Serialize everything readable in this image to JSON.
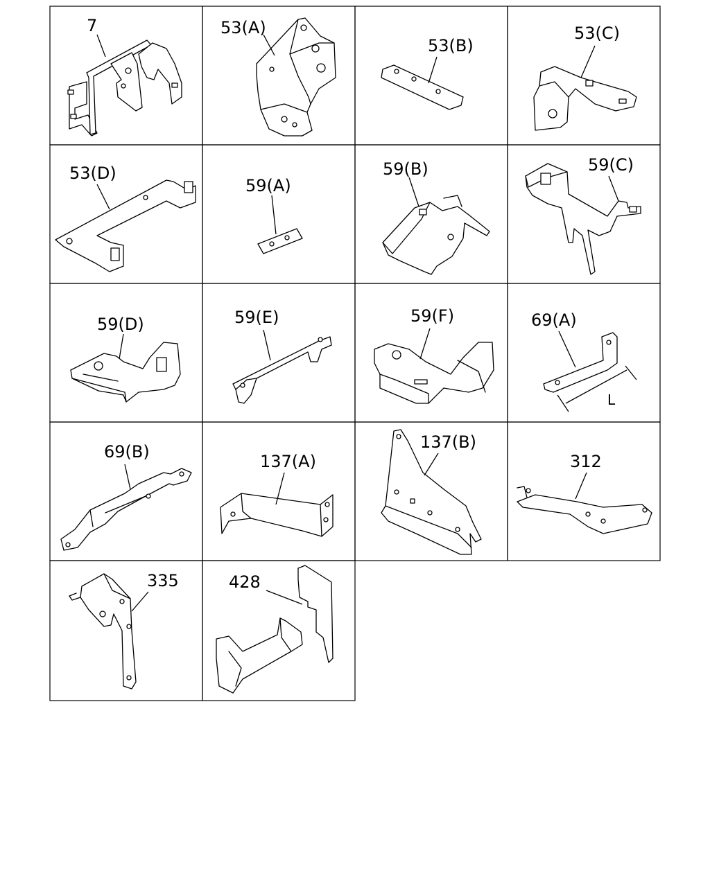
{
  "parts": [
    {
      "label": "7"
    },
    {
      "label": "53(A)"
    },
    {
      "label": "53(B)"
    },
    {
      "label": "53(C)"
    },
    {
      "label": "53(D)"
    },
    {
      "label": "59(A)"
    },
    {
      "label": "59(B)"
    },
    {
      "label": "59(C)"
    },
    {
      "label": "59(D)"
    },
    {
      "label": "59(E)"
    },
    {
      "label": "59(F)"
    },
    {
      "label": "69(A)",
      "dimension": "L"
    },
    {
      "label": "69(B)"
    },
    {
      "label": "137(A)"
    },
    {
      "label": "137(B)"
    },
    {
      "label": "312"
    },
    {
      "label": "335"
    },
    {
      "label": "428"
    }
  ]
}
